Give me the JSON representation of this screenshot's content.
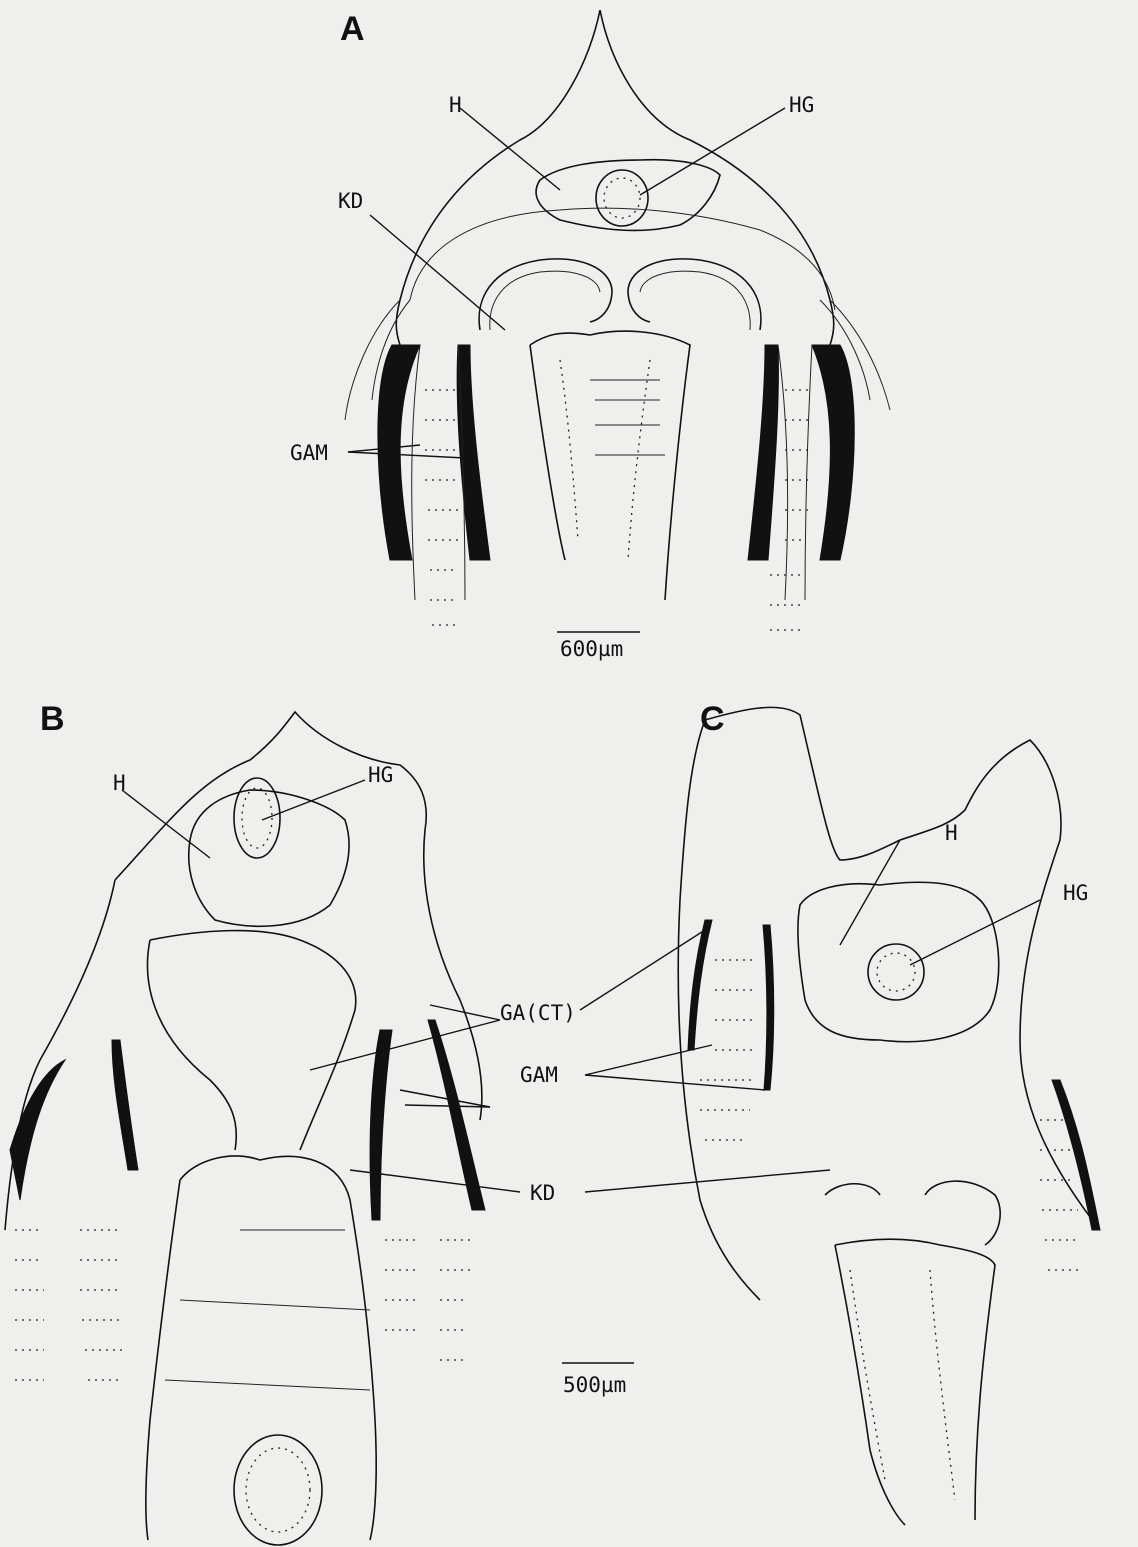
{
  "panels": [
    {
      "id": "A",
      "labels": {
        "h": "H",
        "hg": "HG",
        "kd": "KD",
        "gam": "GAM"
      },
      "scale": "600µm"
    },
    {
      "id": "B",
      "labels": {
        "h": "H",
        "hg": "HG"
      }
    },
    {
      "id": "C",
      "labels": {
        "h": "H",
        "hg": "HG"
      }
    }
  ],
  "shared_labels": {
    "ga_ct": "GA(CT)",
    "gam": "GAM",
    "kd": "KD"
  },
  "scale_bc": "500µm"
}
